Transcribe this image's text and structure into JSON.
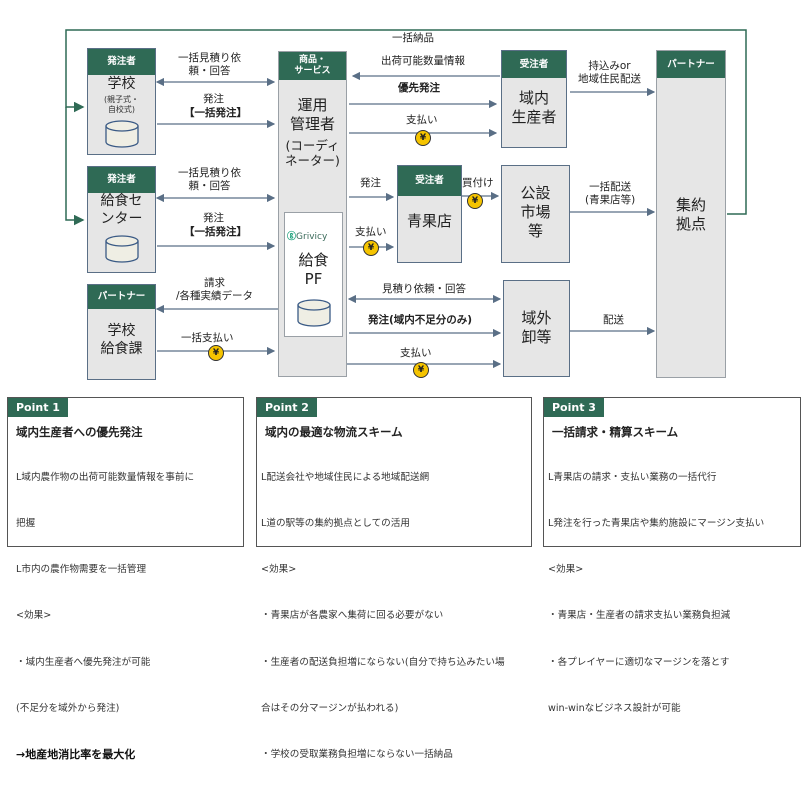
{
  "diagram": {
    "nodes": {
      "school": {
        "tag": "発注者",
        "title": "学校",
        "sub": "(親子式・\n自校式)"
      },
      "center": {
        "tag": "発注者",
        "title": "給食セ\nンター"
      },
      "school_lunch_div": {
        "tag": "パートナー",
        "title": "学校\n給食課"
      },
      "operator": {
        "tag": "商品・\nサービス",
        "title": "運用\n管理者",
        "sub": "(コーディ\nネーター)",
        "inner_logo": "Grivicy",
        "inner_title": "給食\nPF"
      },
      "local_producer": {
        "tag": "受注者",
        "title": "域内\n生産者"
      },
      "greengrocer": {
        "tag": "受注者",
        "title": "青果店"
      },
      "public_market": {
        "title": "公設\n市場\n等"
      },
      "outside_wholesale": {
        "title": "域外\n卸等"
      },
      "hub": {
        "tag": "パートナー",
        "title": "集約\n拠点"
      }
    },
    "edges": {
      "bulk_delivery": "一括納品",
      "school_quote": "一括見積り依\n頼・回答",
      "school_order_a": "発注",
      "school_order_b": "【一括発注】",
      "center_quote": "一括見積り依\n頼・回答",
      "center_order_a": "発注",
      "center_order_b": "【一括発注】",
      "billing": "請求\n/各種実績データ",
      "bulk_payment": "一括支払い",
      "shippable_info": "出荷可能数量情報",
      "priority_order": "優先発注",
      "payment_producer": "支払い",
      "order_greengrocer": "発注",
      "payment_greengrocer": "支払い",
      "purchase": "買付け",
      "carry_in": "持込みor\n地域住民配送",
      "bulk_shipping": "一括配送\n(青果店等)",
      "quote_outside": "見積り依頼・回答",
      "order_outside": "発注(域内不足分のみ)",
      "payment_outside": "支払い",
      "delivery_outside": "配送"
    },
    "yen_symbol": "¥"
  },
  "points": [
    {
      "tag": "Point 1",
      "title": "域内生産者への優先発注",
      "lines": [
        "  L域内農作物の出荷可能数量情報を事前に",
        "    把握",
        "  L市内の農作物需要を一括管理",
        "<効果>",
        "・域内生産者へ優先発注が可能",
        "  (不足分を域外から発注)"
      ],
      "emphasis": "  →地産地消比率を最大化"
    },
    {
      "tag": "Point 2",
      "title": "域内の最適な物流スキーム",
      "lines": [
        "  L配送会社や地域住民による地域配送網",
        "  L道の駅等の集約拠点としての活用",
        "<効果>",
        "・青果店が各農家へ集荷に回る必要がない",
        "・生産者の配送負担増にならない(自分で持ち込みたい場",
        "合はその分マージンが払われる)",
        "・学校の受取業務負担増にならない一括納品"
      ]
    },
    {
      "tag": "Point 3",
      "title": "一括請求・精算スキーム",
      "lines": [
        "  L青果店の請求・支払い業務の一括代行",
        "  L発注を行った青果店や集約施設にマージン支払い",
        "<効果>",
        "・青果店・生産者の請求支払い業務負担減",
        "・各プレイヤーに適切なマージンを落とす",
        "  win-winなビジネス設計が可能"
      ]
    }
  ],
  "colors": {
    "header_green": "#2f6a55",
    "arrow": "#5a6f86",
    "node_fill": "#e6e6e6",
    "yen_fill": "#f5c400"
  }
}
